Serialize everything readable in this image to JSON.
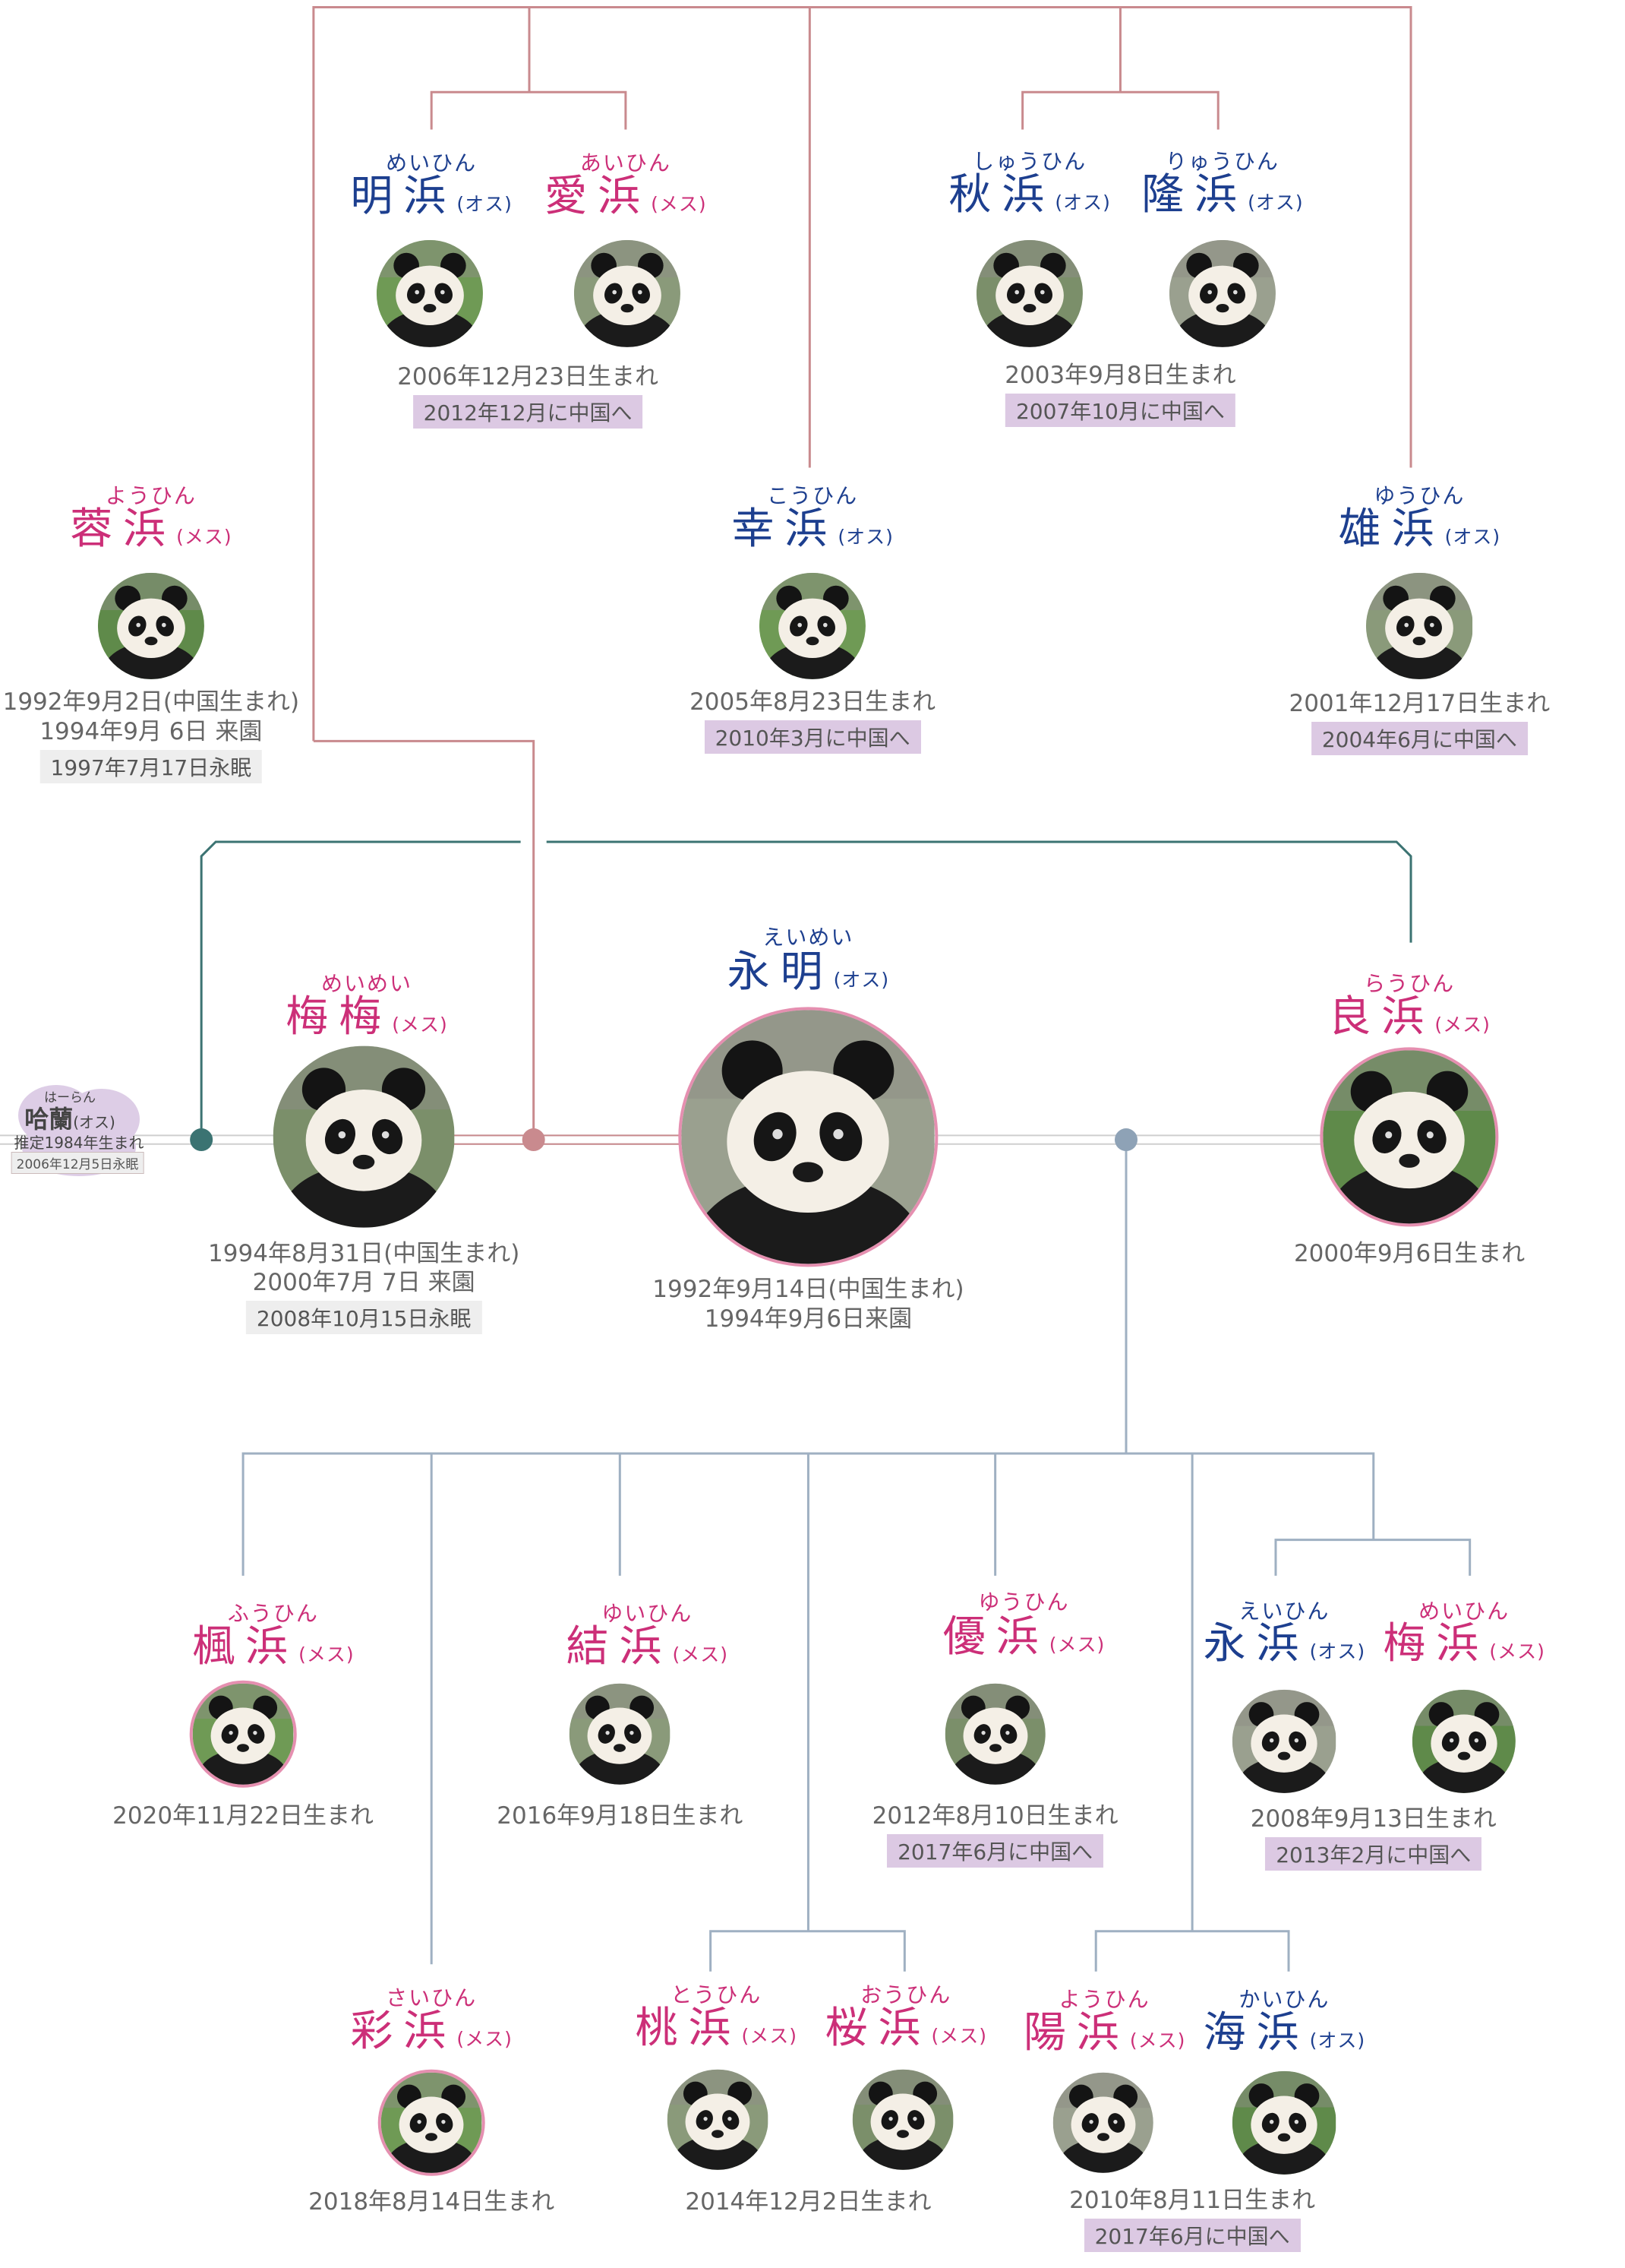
{
  "colors": {
    "male": "#1d3f8f",
    "female": "#cc2f78",
    "line_top": "#c98a8e",
    "line_mother": "#3b7372",
    "line_children": "#9fb0c2",
    "badge_china": "#dcc9e3",
    "badge_died": "#eeeeee"
  },
  "animals": [
    {
      "id": "meihin1",
      "furigana": "めいひん",
      "name": "明浜",
      "sex": "(オス)",
      "gender": "male"
    },
    {
      "id": "aihin",
      "furigana": "あいひん",
      "name": "愛浜",
      "sex": "(メス)",
      "gender": "female"
    },
    {
      "id": "shuhin",
      "furigana": "しゅうひん",
      "name": "秋浜",
      "sex": "(オス)",
      "gender": "male"
    },
    {
      "id": "ryuhin",
      "furigana": "りゅうひん",
      "name": "隆浜",
      "sex": "(オス)",
      "gender": "male"
    },
    {
      "id": "youhin1",
      "furigana": "ようひん",
      "name": "蓉浜",
      "sex": "(メス)",
      "gender": "female"
    },
    {
      "id": "kouhin",
      "furigana": "こうひん",
      "name": "幸浜",
      "sex": "(オス)",
      "gender": "male"
    },
    {
      "id": "yuhin1",
      "furigana": "ゆうひん",
      "name": "雄浜",
      "sex": "(オス)",
      "gender": "male"
    },
    {
      "id": "meimei",
      "furigana": "めいめい",
      "name": "梅梅",
      "sex": "(メス)",
      "gender": "female"
    },
    {
      "id": "eimei",
      "furigana": "えいめい",
      "name": "永明",
      "sex": "(オス)",
      "gender": "male"
    },
    {
      "id": "rauhin",
      "furigana": "らうひん",
      "name": "良浜",
      "sex": "(メス)",
      "gender": "female"
    },
    {
      "id": "fuhin",
      "furigana": "ふうひん",
      "name": "楓浜",
      "sex": "(メス)",
      "gender": "female"
    },
    {
      "id": "yuihin",
      "furigana": "ゆいひん",
      "name": "結浜",
      "sex": "(メス)",
      "gender": "female"
    },
    {
      "id": "yuhin2",
      "furigana": "ゆうひん",
      "name": "優浜",
      "sex": "(メス)",
      "gender": "female"
    },
    {
      "id": "eihin",
      "furigana": "えいひん",
      "name": "永浜",
      "sex": "(オス)",
      "gender": "male"
    },
    {
      "id": "meihin2",
      "furigana": "めいひん",
      "name": "梅浜",
      "sex": "(メス)",
      "gender": "female"
    },
    {
      "id": "saihin",
      "furigana": "さいひん",
      "name": "彩浜",
      "sex": "(メス)",
      "gender": "female"
    },
    {
      "id": "touhin",
      "furigana": "とうひん",
      "name": "桃浜",
      "sex": "(メス)",
      "gender": "female"
    },
    {
      "id": "ouhin",
      "furigana": "おうひん",
      "name": "桜浜",
      "sex": "(メス)",
      "gender": "female"
    },
    {
      "id": "youhin2",
      "furigana": "ようひん",
      "name": "陽浜",
      "sex": "(メス)",
      "gender": "female"
    },
    {
      "id": "kaihin",
      "furigana": "かいひん",
      "name": "海浜",
      "sex": "(オス)",
      "gender": "male"
    }
  ],
  "captions": [
    {
      "lines": [
        "2006年12月23日生まれ"
      ],
      "badge": "2012年12月に中国へ",
      "badge_type": "china"
    },
    {
      "lines": [
        "2003年9月8日生まれ"
      ],
      "badge": "2007年10月に中国へ",
      "badge_type": "china"
    },
    {
      "lines": [
        "1992年9月2日(中国生まれ)",
        "1994年9月 6日 来園"
      ],
      "badge": "1997年7月17日永眠",
      "badge_type": "died"
    },
    {
      "lines": [
        "2005年8月23日生まれ"
      ],
      "badge": "2010年3月に中国へ",
      "badge_type": "china"
    },
    {
      "lines": [
        "2001年12月17日生まれ"
      ],
      "badge": "2004年6月に中国へ",
      "badge_type": "china"
    },
    {
      "lines": [
        "1994年8月31日(中国生まれ)",
        "2000年7月 7日 来園"
      ],
      "badge": "2008年10月15日永眠",
      "badge_type": "died"
    },
    {
      "lines": [
        "1992年9月14日(中国生まれ)",
        "1994年9月6日来園"
      ],
      "badge": null
    },
    {
      "lines": [
        "2000年9月6日生まれ"
      ],
      "badge": null
    },
    {
      "lines": [
        "2020年11月22日生まれ"
      ],
      "badge": null
    },
    {
      "lines": [
        "2016年9月18日生まれ"
      ],
      "badge": null
    },
    {
      "lines": [
        "2012年8月10日生まれ"
      ],
      "badge": "2017年6月に中国へ",
      "badge_type": "china"
    },
    {
      "lines": [
        "2008年9月13日生まれ"
      ],
      "badge": "2013年2月に中国へ",
      "badge_type": "china"
    },
    {
      "lines": [
        "2018年8月14日生まれ"
      ],
      "badge": null
    },
    {
      "lines": [
        "2014年12月2日生まれ"
      ],
      "badge": null
    },
    {
      "lines": [
        "2010年8月11日生まれ"
      ],
      "badge": "2017年6月に中国へ",
      "badge_type": "china"
    }
  ],
  "haran": {
    "furigana": "はーらん",
    "name": "哈蘭",
    "sex": "(オス)",
    "born": "推定1984年生まれ",
    "badge": "2006年12月5日永眠"
  }
}
